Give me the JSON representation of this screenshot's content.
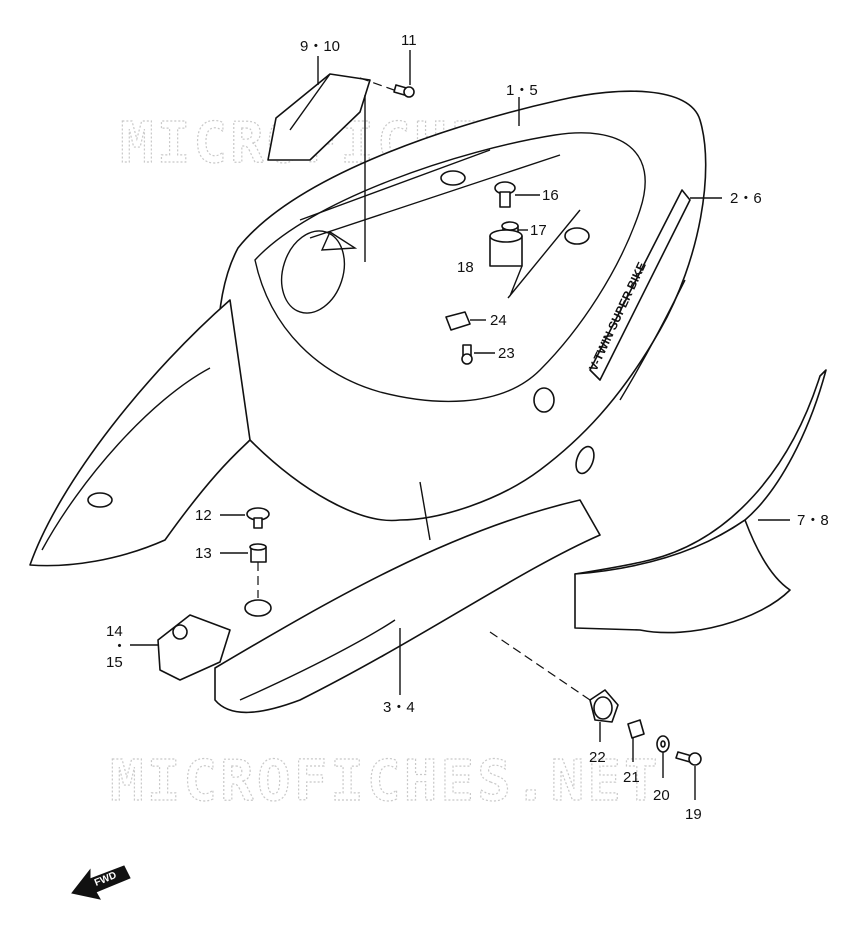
{
  "watermarks": [
    "MICROFICHES.NET",
    "MICROFICHES.NET"
  ],
  "badge_text": "V-TWIN SUPER BIKE",
  "fwd_label": "FWD",
  "callouts": {
    "c_9_10": "9・10",
    "c_11": "11",
    "c_1_5": "1・5",
    "c_16": "16",
    "c_2_6": "2・6",
    "c_17": "17",
    "c_18": "18",
    "c_24": "24",
    "c_23": "23",
    "c_7_8": "7・8",
    "c_12": "12",
    "c_13": "13",
    "c_14": "14",
    "c_dot": "・",
    "c_15": "15",
    "c_3_4": "3・4",
    "c_22": "22",
    "c_21": "21",
    "c_20": "20",
    "c_19": "19"
  }
}
